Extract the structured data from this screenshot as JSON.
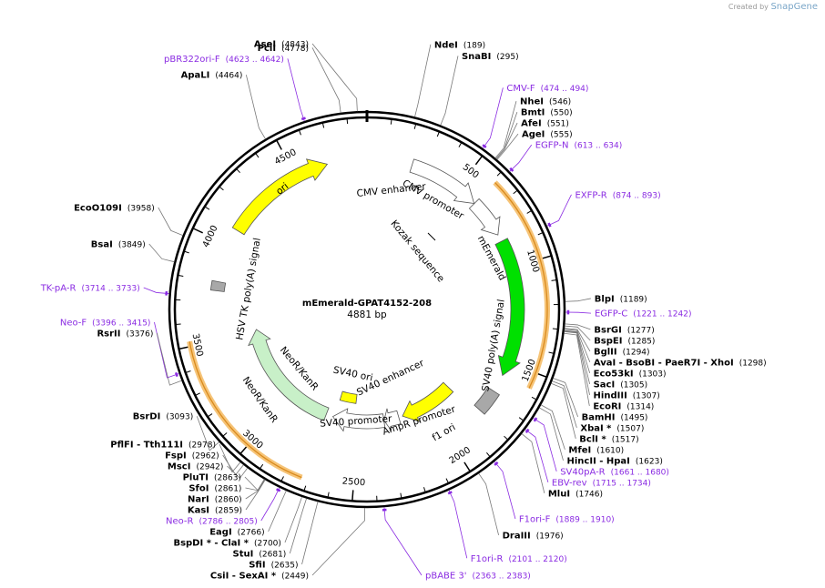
{
  "credit": {
    "prefix": "Created by",
    "brand": "SnapGene"
  },
  "plasmid": {
    "name": "mEmerald-GPAT4152-208",
    "length": "4881 bp",
    "total_bp": 4881
  },
  "ticks": [
    "500",
    "1000",
    "1500",
    "2000",
    "2500",
    "3000",
    "3500",
    "4000",
    "4500"
  ],
  "features": [
    {
      "name": "CMV enhancer",
      "start": 235,
      "end": 614,
      "color": "#ffffff",
      "ring": "inner1",
      "arrow": true
    },
    {
      "name": "CMV promoter",
      "start": 615,
      "end": 818,
      "color": "#ffffff",
      "ring": "inner1",
      "arrow": true
    },
    {
      "name": "mEmerald",
      "start": 856,
      "end": 1572,
      "color": "#00e000",
      "ring": "inner1",
      "arrow": true
    },
    {
      "name": "SV40 poly(A) signal",
      "start": 1665,
      "end": 1786,
      "color": "#a8a8a8",
      "ring": "inner1",
      "arrow": false
    },
    {
      "name": "f1 ori",
      "start": 1813,
      "end": 2191,
      "color": "#ffff00",
      "ring": "inner2",
      "arrow": true
    },
    {
      "name": "AmpR promoter",
      "start": 2218,
      "end": 2322,
      "color": "#ffffff",
      "ring": "inner2",
      "arrow": true
    },
    {
      "name": "SV40 promoter",
      "start": 2323,
      "end": 2680,
      "color": "#ffffff",
      "ring": "inner2",
      "arrow": true
    },
    {
      "name": "SV40 ori",
      "start": 2531,
      "end": 2666,
      "color": "#ffff00",
      "ring": "inner3",
      "arrow": false
    },
    {
      "name": "NeoR/KanR",
      "start": 2728,
      "end": 3522,
      "color": "#c8f0c8",
      "ring": "inner2",
      "arrow": true
    },
    {
      "name": "HSV TK poly(A) signal",
      "start": 3757,
      "end": 3804,
      "color": "#a8a8a8",
      "ring": "inner1",
      "arrow": false
    },
    {
      "name": "ori",
      "start": 4086,
      "end": 4674,
      "color": "#ffff00",
      "ring": "inner1",
      "arrow": true
    }
  ],
  "orange_arcs": [
    {
      "start": 613,
      "end": 1572
    },
    {
      "start": 2728,
      "end": 3522
    }
  ],
  "sites": [
    {
      "name": "AseI",
      "pos": "(4843)",
      "at": 4843
    },
    {
      "name": "PciI",
      "pos": "(4778)",
      "at": 4778
    },
    {
      "name": "ApaLI",
      "pos": "(4464)",
      "at": 4464
    },
    {
      "name": "NdeI",
      "pos": "(189)",
      "at": 189
    },
    {
      "name": "SnaBI",
      "pos": "(295)",
      "at": 295
    },
    {
      "name": "NheI",
      "pos": "(546)",
      "at": 546
    },
    {
      "name": "BmtI",
      "pos": "(550)",
      "at": 550
    },
    {
      "name": "AfeI",
      "pos": "(551)",
      "at": 551
    },
    {
      "name": "AgeI",
      "pos": "(555)",
      "at": 555
    },
    {
      "name": "EcoO109I",
      "pos": "(3958)",
      "at": 3958
    },
    {
      "name": "BsaI",
      "pos": "(3849)",
      "at": 3849
    },
    {
      "name": "BlpI",
      "pos": "(1189)",
      "at": 1189
    },
    {
      "name": "BsrGI",
      "pos": "(1277)",
      "at": 1277
    },
    {
      "name": "BspEI",
      "pos": "(1285)",
      "at": 1285
    },
    {
      "name": "BglII",
      "pos": "(1294)",
      "at": 1294
    },
    {
      "name": "AvaI - BsoBI - PaeR7I - XhoI",
      "pos": "(1298)",
      "at": 1298
    },
    {
      "name": "Eco53kI",
      "pos": "(1303)",
      "at": 1303
    },
    {
      "name": "SacI",
      "pos": "(1305)",
      "at": 1305
    },
    {
      "name": "HindIII",
      "pos": "(1307)",
      "at": 1307
    },
    {
      "name": "EcoRI",
      "pos": "(1314)",
      "at": 1314
    },
    {
      "name": "BamHI",
      "pos": "(1495)",
      "at": 1495
    },
    {
      "name": "XbaI *",
      "pos": "(1507)",
      "at": 1507
    },
    {
      "name": "BclI *",
      "pos": "(1517)",
      "at": 1517
    },
    {
      "name": "MfeI",
      "pos": "(1610)",
      "at": 1610
    },
    {
      "name": "HincII - HpaI",
      "pos": "(1623)",
      "at": 1623
    },
    {
      "name": "MluI",
      "pos": "(1746)",
      "at": 1746
    },
    {
      "name": "DraIII",
      "pos": "(1976)",
      "at": 1976
    },
    {
      "name": "RsrII",
      "pos": "(3376)",
      "at": 3376
    },
    {
      "name": "BsrDI",
      "pos": "(3093)",
      "at": 3093
    },
    {
      "name": "PflFI - Tth111I",
      "pos": "(2978)",
      "at": 2978
    },
    {
      "name": "FspI",
      "pos": "(2962)",
      "at": 2962
    },
    {
      "name": "MscI",
      "pos": "(2942)",
      "at": 2942
    },
    {
      "name": "PluTI",
      "pos": "(2863)",
      "at": 2863
    },
    {
      "name": "SfoI",
      "pos": "(2861)",
      "at": 2861
    },
    {
      "name": "NarI",
      "pos": "(2860)",
      "at": 2860
    },
    {
      "name": "KasI",
      "pos": "(2859)",
      "at": 2859
    },
    {
      "name": "EagI",
      "pos": "(2766)",
      "at": 2766
    },
    {
      "name": "BspDI * - ClaI *",
      "pos": "(2700)",
      "at": 2700
    },
    {
      "name": "StuI",
      "pos": "(2681)",
      "at": 2681
    },
    {
      "name": "SfiI",
      "pos": "(2635)",
      "at": 2635
    },
    {
      "name": "CsiI - SexAI *",
      "pos": "(2449)",
      "at": 2449
    }
  ],
  "primers": [
    {
      "name": "pBR322ori-F",
      "range": "(4623 .. 4642)",
      "at": 4632
    },
    {
      "name": "CMV-F",
      "range": "(474 .. 494)",
      "at": 484
    },
    {
      "name": "EGFP-N",
      "range": "(613 .. 634)",
      "at": 623
    },
    {
      "name": "EXFP-R",
      "range": "(874 .. 893)",
      "at": 883
    },
    {
      "name": "EGFP-C",
      "range": "(1221 .. 1242)",
      "at": 1231
    },
    {
      "name": "TK-pA-R",
      "range": "(3714 .. 3733)",
      "at": 3723
    },
    {
      "name": "Neo-F",
      "range": "(3396 .. 3415)",
      "at": 3405
    },
    {
      "name": "SV40pA-R",
      "range": "(1661 .. 1680)",
      "at": 1670
    },
    {
      "name": "EBV-rev",
      "range": "(1715 .. 1734)",
      "at": 1724
    },
    {
      "name": "F1ori-F",
      "range": "(1889 .. 1910)",
      "at": 1899
    },
    {
      "name": "F1ori-R",
      "range": "(2101 .. 2120)",
      "at": 2110
    },
    {
      "name": "pBABE 3'",
      "range": "(2363 .. 2383)",
      "at": 2373
    },
    {
      "name": "Neo-R",
      "range": "(2786 .. 2805)",
      "at": 2795
    }
  ]
}
